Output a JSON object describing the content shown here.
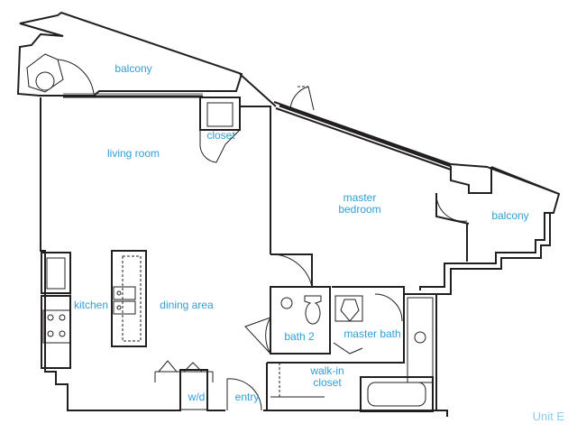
{
  "plan": {
    "rooms": {
      "balcony_top": "balcony",
      "living_room": "living room",
      "closet": "closet",
      "master_bedroom": "master\nbedroom",
      "balcony_right": "balcony",
      "kitchen": "kitchen",
      "dining_area": "dining area",
      "bath_2": "bath 2",
      "master_bath": "master bath",
      "walk_in_closet": "walk-in\ncloset",
      "wd": "w/d",
      "entry": "entry"
    },
    "unit_label": "Unit E"
  },
  "colors": {
    "label": "#2e9fd8",
    "unit_label": "#8ecbea",
    "wall": "#231f20",
    "background": "#ffffff"
  }
}
